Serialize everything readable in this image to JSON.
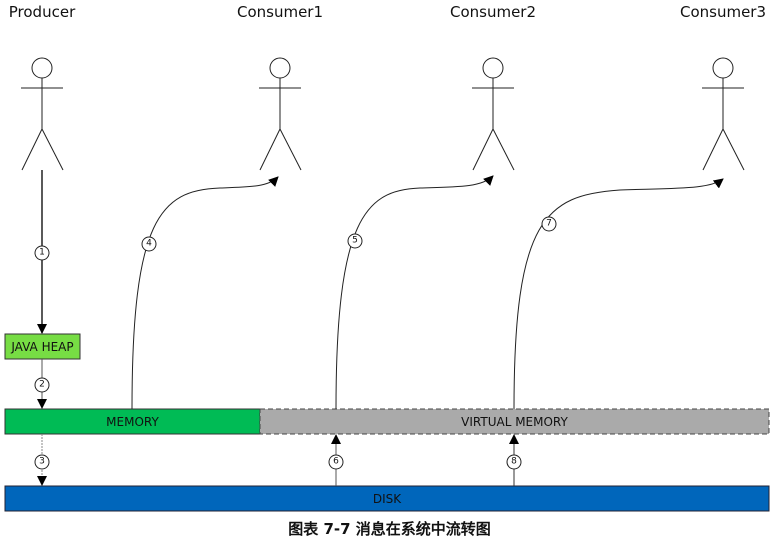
{
  "actors": [
    {
      "id": "producer",
      "label": "Producer"
    },
    {
      "id": "consumer1",
      "label": "Consumer1"
    },
    {
      "id": "consumer2",
      "label": "Consumer2"
    },
    {
      "id": "consumer3",
      "label": "Consumer3"
    }
  ],
  "boxes": {
    "java_heap": {
      "label": "JAVA HEAP",
      "color": "#77dd44"
    },
    "memory": {
      "label": "MEMORY",
      "color": "#00bb55"
    },
    "virtual_memory": {
      "label": "VIRTUAL MEMORY",
      "color": "#aaaaaa"
    },
    "disk": {
      "label": "DISK",
      "color": "#0066bb"
    }
  },
  "steps": [
    {
      "n": "1",
      "from": "producer",
      "to": "java_heap"
    },
    {
      "n": "2",
      "from": "java_heap",
      "to": "memory"
    },
    {
      "n": "3",
      "from": "memory",
      "to": "disk"
    },
    {
      "n": "4",
      "from": "memory",
      "to": "consumer1"
    },
    {
      "n": "5",
      "from": "virtual_memory",
      "to": "consumer2"
    },
    {
      "n": "6",
      "from": "disk",
      "to": "virtual_memory"
    },
    {
      "n": "7",
      "from": "virtual_memory",
      "to": "consumer3"
    },
    {
      "n": "8",
      "from": "disk",
      "to": "virtual_memory"
    }
  ],
  "caption": "图表 7-7 消息在系统中流转图"
}
